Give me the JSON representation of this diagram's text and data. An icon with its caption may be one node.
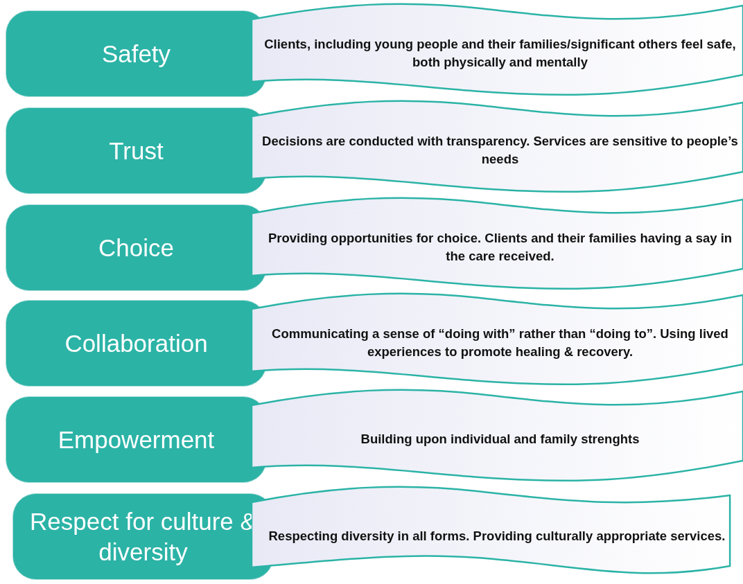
{
  "diagram": {
    "nodes": [
      {
        "text": [
          "Safety"
        ]
      },
      {
        "text": [
          "Clients, including young people  and their families/significant others feel safe, both physically and mentally"
        ]
      },
      {
        "text": [
          "Trust"
        ]
      },
      {
        "text": [
          "Decisions are conducted with transparency.  Services are sensitive to people’s  needs"
        ]
      },
      {
        "text": [
          "Choice"
        ]
      },
      {
        "text": [
          "Providing opportunities for choice. Clients and their families having a say in the care received."
        ]
      },
      {
        "text": [
          "Collaboration"
        ]
      },
      {
        "text": [
          "Communicating a sense of “doing with” rather than “doing to”. Using lived experiences to promote healing & recovery."
        ]
      },
      {
        "text": [
          "Empowerment"
        ]
      },
      {
        "text": [
          "Building upon individual and family strenghts"
        ]
      },
      {
        "text": [
          "Respect for culture & diversity"
        ]
      },
      {
        "text": [
          "Respecting diversity in all forms. Providing culturally appropriate services."
        ]
      }
    ]
  }
}
